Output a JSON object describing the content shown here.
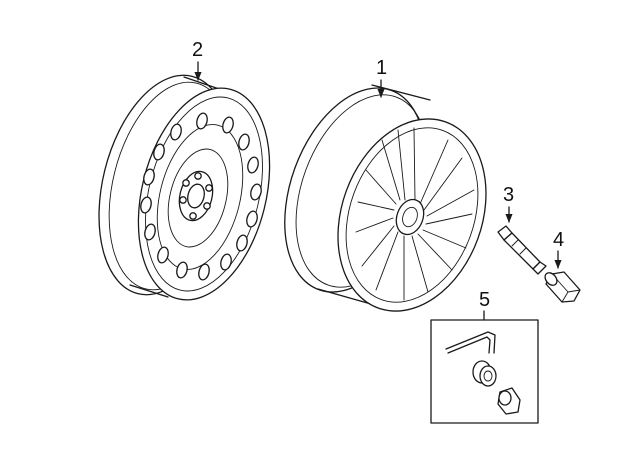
{
  "callouts": [
    {
      "id": "steel-wheel",
      "label": "2"
    },
    {
      "id": "alloy-wheel",
      "label": "1"
    },
    {
      "id": "tpms-valve-stem",
      "label": "3"
    },
    {
      "id": "lug-nut",
      "label": "4"
    },
    {
      "id": "wheel-lock-kit",
      "label": "5"
    }
  ],
  "colors": {
    "line": "#1a1a1a",
    "background": "#ffffff"
  }
}
